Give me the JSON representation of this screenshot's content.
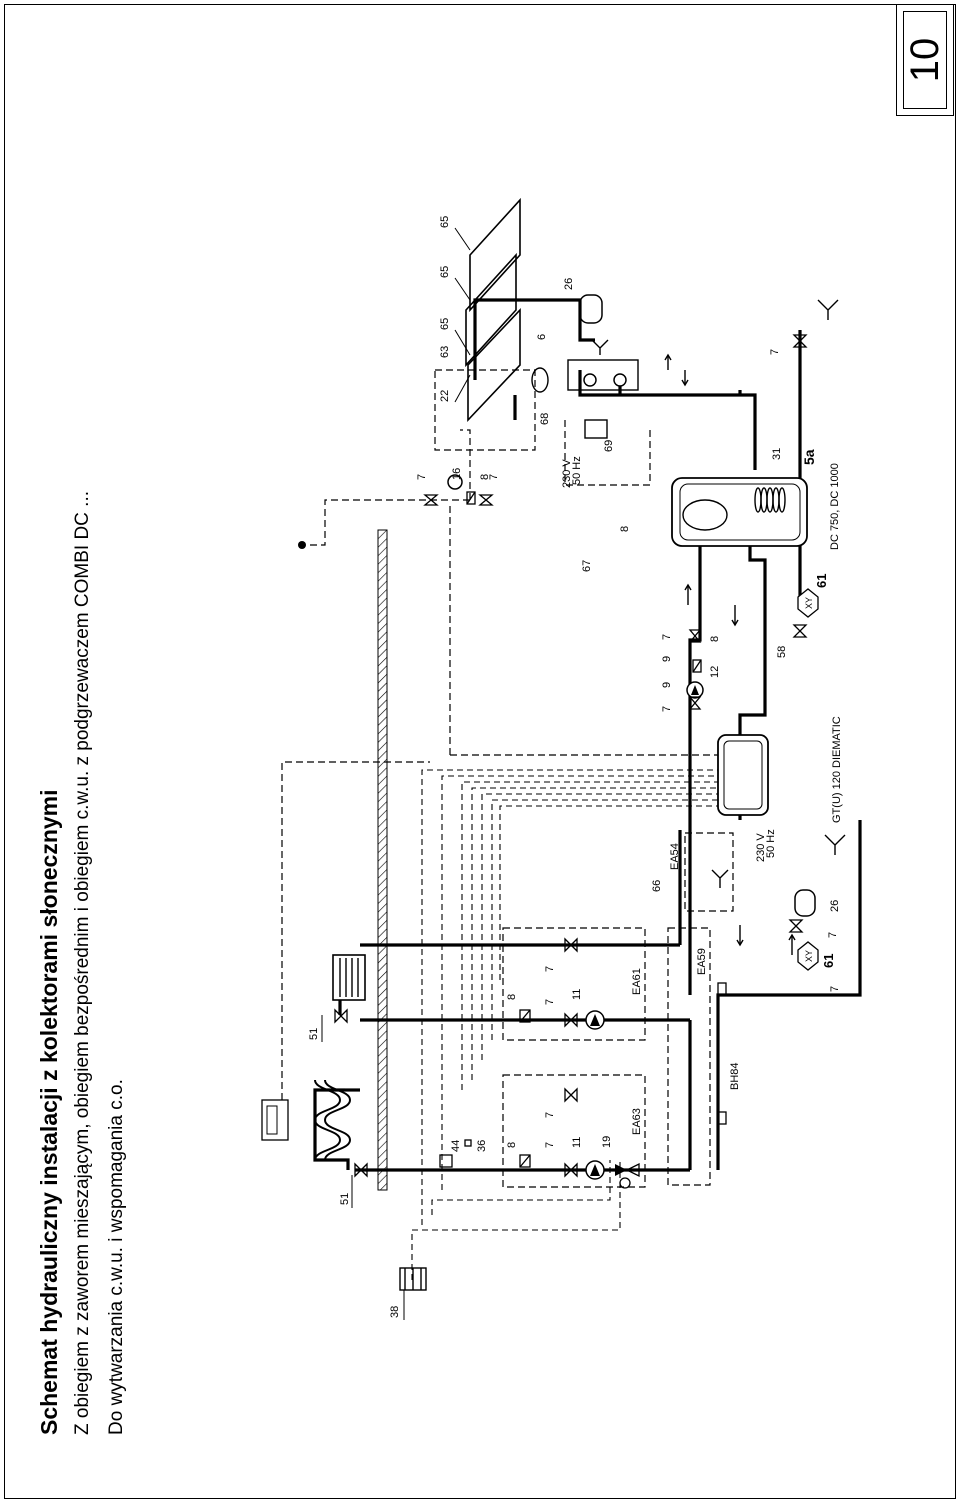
{
  "header": {
    "title": "Schemat hydrauliczny instalacji z kolektorami słonecznymi",
    "subtitle_line1": "Z obiegiem z zaworem mieszającym, obiegiem bezpośrednim i obiegiem c.w.u. z  podgrzewaczem COMBI  DC ...",
    "subtitle_line2": "Do wytwarzania c.w.u.  i  wspomagania  c.o."
  },
  "page_number": "10",
  "labels": {
    "boiler": "GT(U) 120 DIEMATIC",
    "tank": "DC 750, DC 1000",
    "power": "230 V",
    "freq": "50 Hz",
    "ea63": "EA63",
    "ea61": "EA61",
    "ea59": "EA59",
    "ea54": "EA54",
    "bh84": "BH84",
    "xy": "XY",
    "n5a": "5a",
    "n61": "61",
    "n38": "38",
    "n51": "51",
    "n44": "44",
    "n36": "36",
    "n8": "8",
    "n7": "7",
    "n11": "11",
    "n19": "19",
    "n26": "26",
    "n66": "66",
    "n9": "9",
    "n12": "12",
    "n58": "58",
    "n67": "67",
    "n16": "16",
    "n31": "31",
    "n68": "68",
    "n69": "69",
    "n22": "22",
    "n63": "63",
    "n6": "6",
    "n65": "65"
  }
}
